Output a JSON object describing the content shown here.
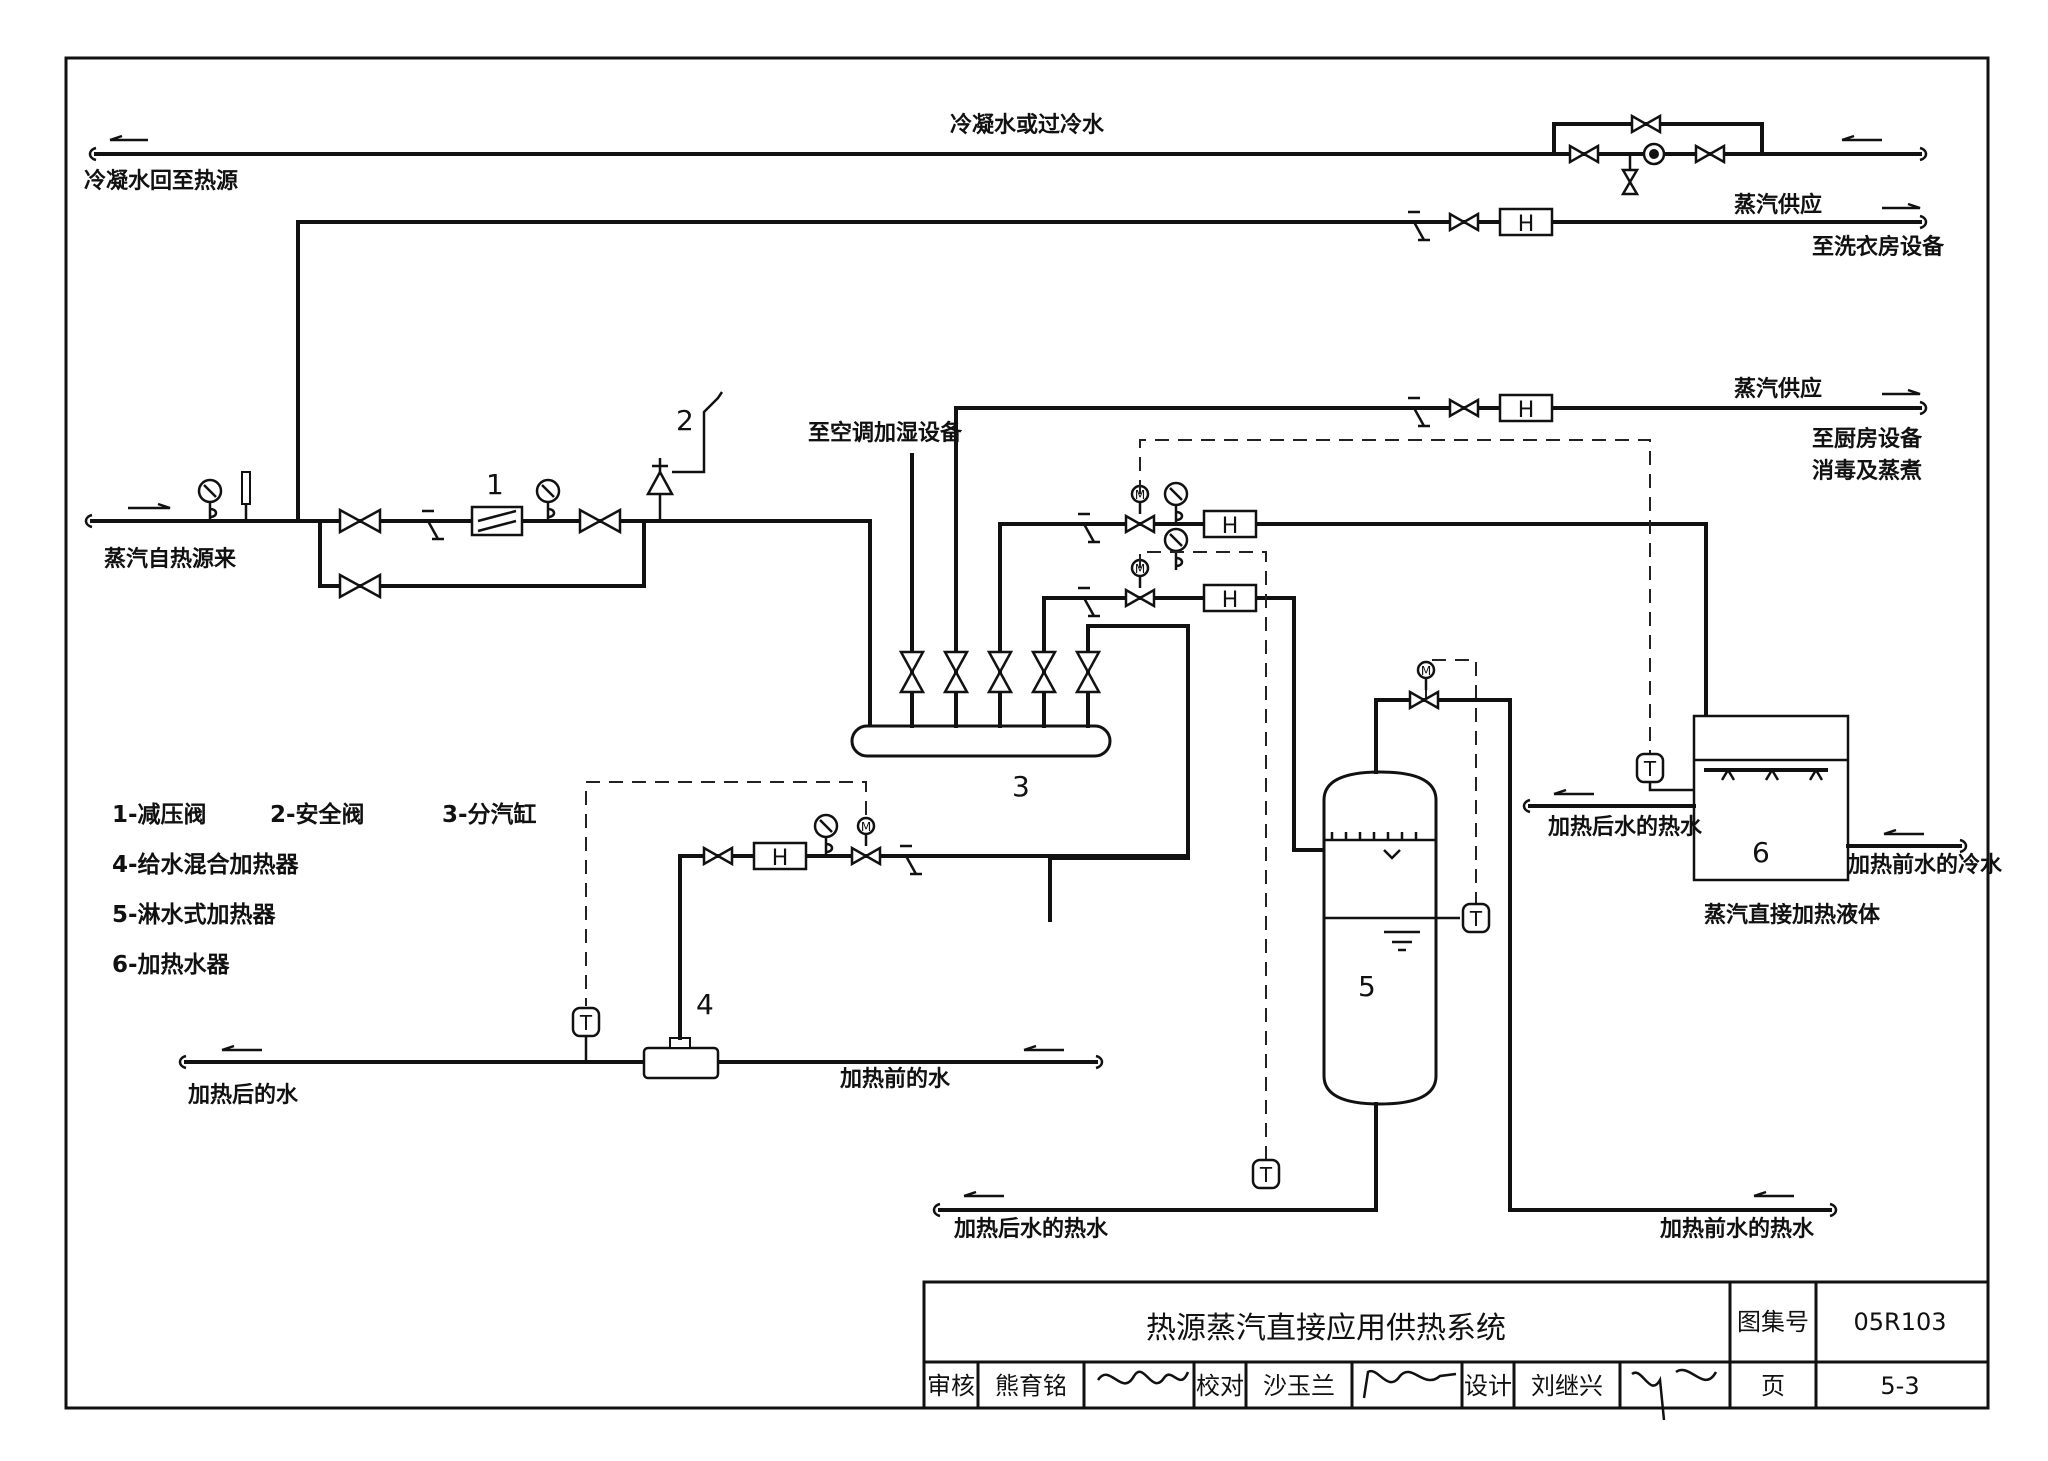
{
  "title_block": {
    "drawing_title": "热源蒸汽直接应用供热系统",
    "atlas_no_label": "图集号",
    "atlas_no": "05R103",
    "review_label": "审核",
    "reviewer": "熊育铭",
    "check_label": "校对",
    "checker": "沙玉兰",
    "design_label": "设计",
    "designer": "刘继兴",
    "page_label": "页",
    "page_no": "5-3"
  },
  "pipe_labels": {
    "condensate_top": "冷凝水或过冷水",
    "condensate_return": "冷凝水回至热源",
    "steam_supply_1": "蒸汽供应",
    "to_laundry": "至洗衣房设备",
    "steam_supply_2": "蒸汽供应",
    "to_kitchen_1": "至厨房设备",
    "to_kitchen_2": "消毒及蒸煮",
    "steam_from_source": "蒸汽自热源来",
    "to_ac_humidify": "至空调加湿设备",
    "water_after_heating": "加热后的水",
    "water_before_heating": "加热前的水",
    "hot_after_5": "加热后水的热水",
    "hot_before_5": "加热前水的热水",
    "hot_after_6": "加热后水的热水",
    "cold_before_6": "加热前水的冷水",
    "direct_heating_liquid": "蒸汽直接加热液体"
  },
  "equipment_numbers": [
    "1",
    "2",
    "3",
    "4",
    "5",
    "6"
  ],
  "legend": [
    "1-减压阀",
    "2-安全阀",
    "3-分汽缸",
    "4-给水混合加热器",
    "5-淋水式加热器",
    "6-加热水器"
  ],
  "symbols": {
    "trap": "H",
    "temp_sensor": "T",
    "motor_valve": "M"
  }
}
